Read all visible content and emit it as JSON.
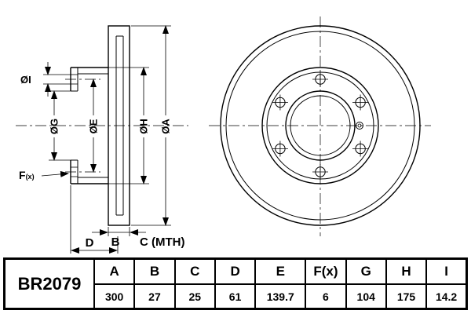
{
  "diagram": {
    "dims": {
      "i": "ØI",
      "g": "ØG",
      "e": "ØE",
      "h": "ØH",
      "a": "ØA",
      "f": "F",
      "f_sub": "(x)",
      "b": "B",
      "c_mth": "C (MTH)",
      "d": "D"
    }
  },
  "table": {
    "part_number": "BR2079",
    "headers": [
      "A",
      "B",
      "C",
      "D",
      "E",
      "F(x)",
      "G",
      "H",
      "I"
    ],
    "values": [
      "300",
      "27",
      "25",
      "61",
      "139.7",
      "6",
      "104",
      "175",
      "14.2"
    ]
  },
  "chart_data": {
    "type": "table",
    "title": "Brake disc rotor specification BR2079",
    "categories": [
      "A",
      "B",
      "C",
      "D",
      "E",
      "F(x)",
      "G",
      "H",
      "I"
    ],
    "values": [
      300,
      27,
      25,
      61,
      139.7,
      6,
      104,
      175,
      14.2
    ]
  }
}
